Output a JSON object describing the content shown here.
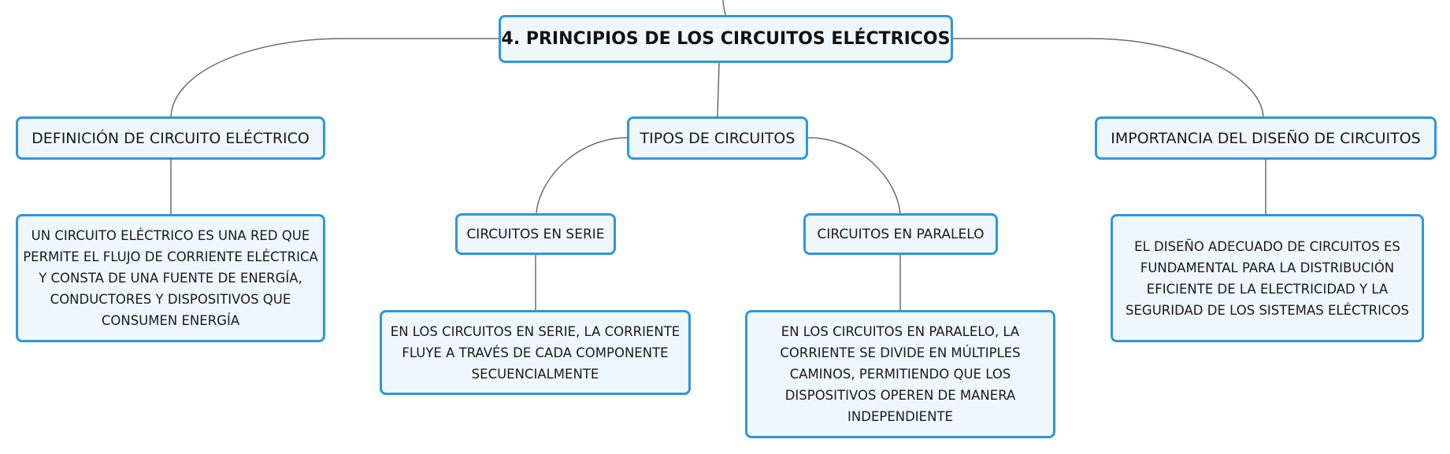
{
  "root": {
    "label": "4. PRINCIPIOS DE LOS CIRCUITOS ELÉCTRICOS"
  },
  "branches": {
    "definicion": {
      "label": "DEFINICIÓN DE CIRCUITO ELÉCTRICO",
      "detail_lines": [
        "UN CIRCUITO ELÉCTRICO ES UNA RED QUE",
        "PERMITE EL FLUJO DE CORRIENTE ELÉCTRICA",
        "Y CONSTA DE UNA FUENTE DE ENERGÍA,",
        "CONDUCTORES Y DISPOSITIVOS QUE",
        "CONSUMEN ENERGÍA"
      ]
    },
    "tipos": {
      "label": "TIPOS DE CIRCUITOS",
      "serie": {
        "label": "CIRCUITOS EN SERIE",
        "detail_lines": [
          "EN LOS CIRCUITOS EN SERIE, LA CORRIENTE",
          "FLUYE A TRAVÉS DE CADA COMPONENTE",
          "SECUENCIALMENTE"
        ]
      },
      "paralelo": {
        "label": "CIRCUITOS EN PARALELO",
        "detail_lines": [
          "EN LOS CIRCUITOS EN PARALELO, LA",
          "CORRIENTE SE DIVIDE EN MÚLTIPLES",
          "CAMINOS, PERMITIENDO QUE LOS",
          "DISPOSITIVOS OPEREN DE MANERA",
          "INDEPENDIENTE"
        ]
      }
    },
    "importancia": {
      "label": "IMPORTANCIA DEL DISEÑO DE CIRCUITOS",
      "detail_lines": [
        "EL DISEÑO ADECUADO DE CIRCUITOS ES",
        "FUNDAMENTAL PARA LA DISTRIBUCIÓN",
        "EFICIENTE DE LA ELECTRICIDAD Y LA",
        "SEGURIDAD DE LOS SISTEMAS ELÉCTRICOS"
      ]
    }
  },
  "colors": {
    "node_border": "#2f97db",
    "node_fill": "#eef7fd",
    "connector": "#6b6b6b",
    "text": "#1a1a1a"
  }
}
